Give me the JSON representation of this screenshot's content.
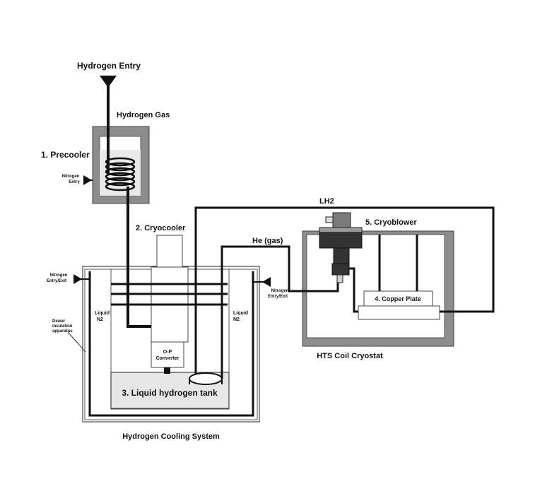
{
  "labels": {
    "hydrogen_entry": "Hydrogen Entry",
    "hydrogen_gas": "Hydrogen Gas",
    "precooler": "1. Precooler",
    "nitrogen_entry_line1": "Nitrogen",
    "nitrogen_entry_line2": "Entry",
    "cryocooler": "2. Cryocooler",
    "nitrogen_entry_exit_left_line1": "Nitrogen",
    "nitrogen_entry_exit_left_line2": "Entry/Exit",
    "dewar_line1": "Dewar",
    "dewar_line2": "insulation",
    "dewar_line3": "apparatus",
    "liquid_n2_left_line1": "Liquid",
    "liquid_n2_left_line2": "N2",
    "liquid_n2_right_line1": "Liquid",
    "liquid_n2_right_line2": "N2",
    "op_converter_line1": "O-P",
    "op_converter_line2": "Converter",
    "liquid_hydrogen_tank": "3. Liquid hydrogen tank",
    "hydrogen_cooling_system": "Hydrogen Cooling System",
    "lh2": "LH2",
    "he_gas": "He (gas)",
    "cryoblower": "5. Cryoblower",
    "nitrogen_entry_exit_right_line1": "Nitrogen",
    "nitrogen_entry_exit_right_line2": "Entry/Exit",
    "copper_plate": "4. Copper Plate",
    "hts_coil_cryostat": "HTS Coil Cryostat"
  },
  "colors": {
    "pipe": "#111111",
    "outer_box": "#8c8c8c",
    "inner_box": "#e6e6e6",
    "blower_dark": "#333333",
    "blower_mid": "#7a7a7a"
  }
}
